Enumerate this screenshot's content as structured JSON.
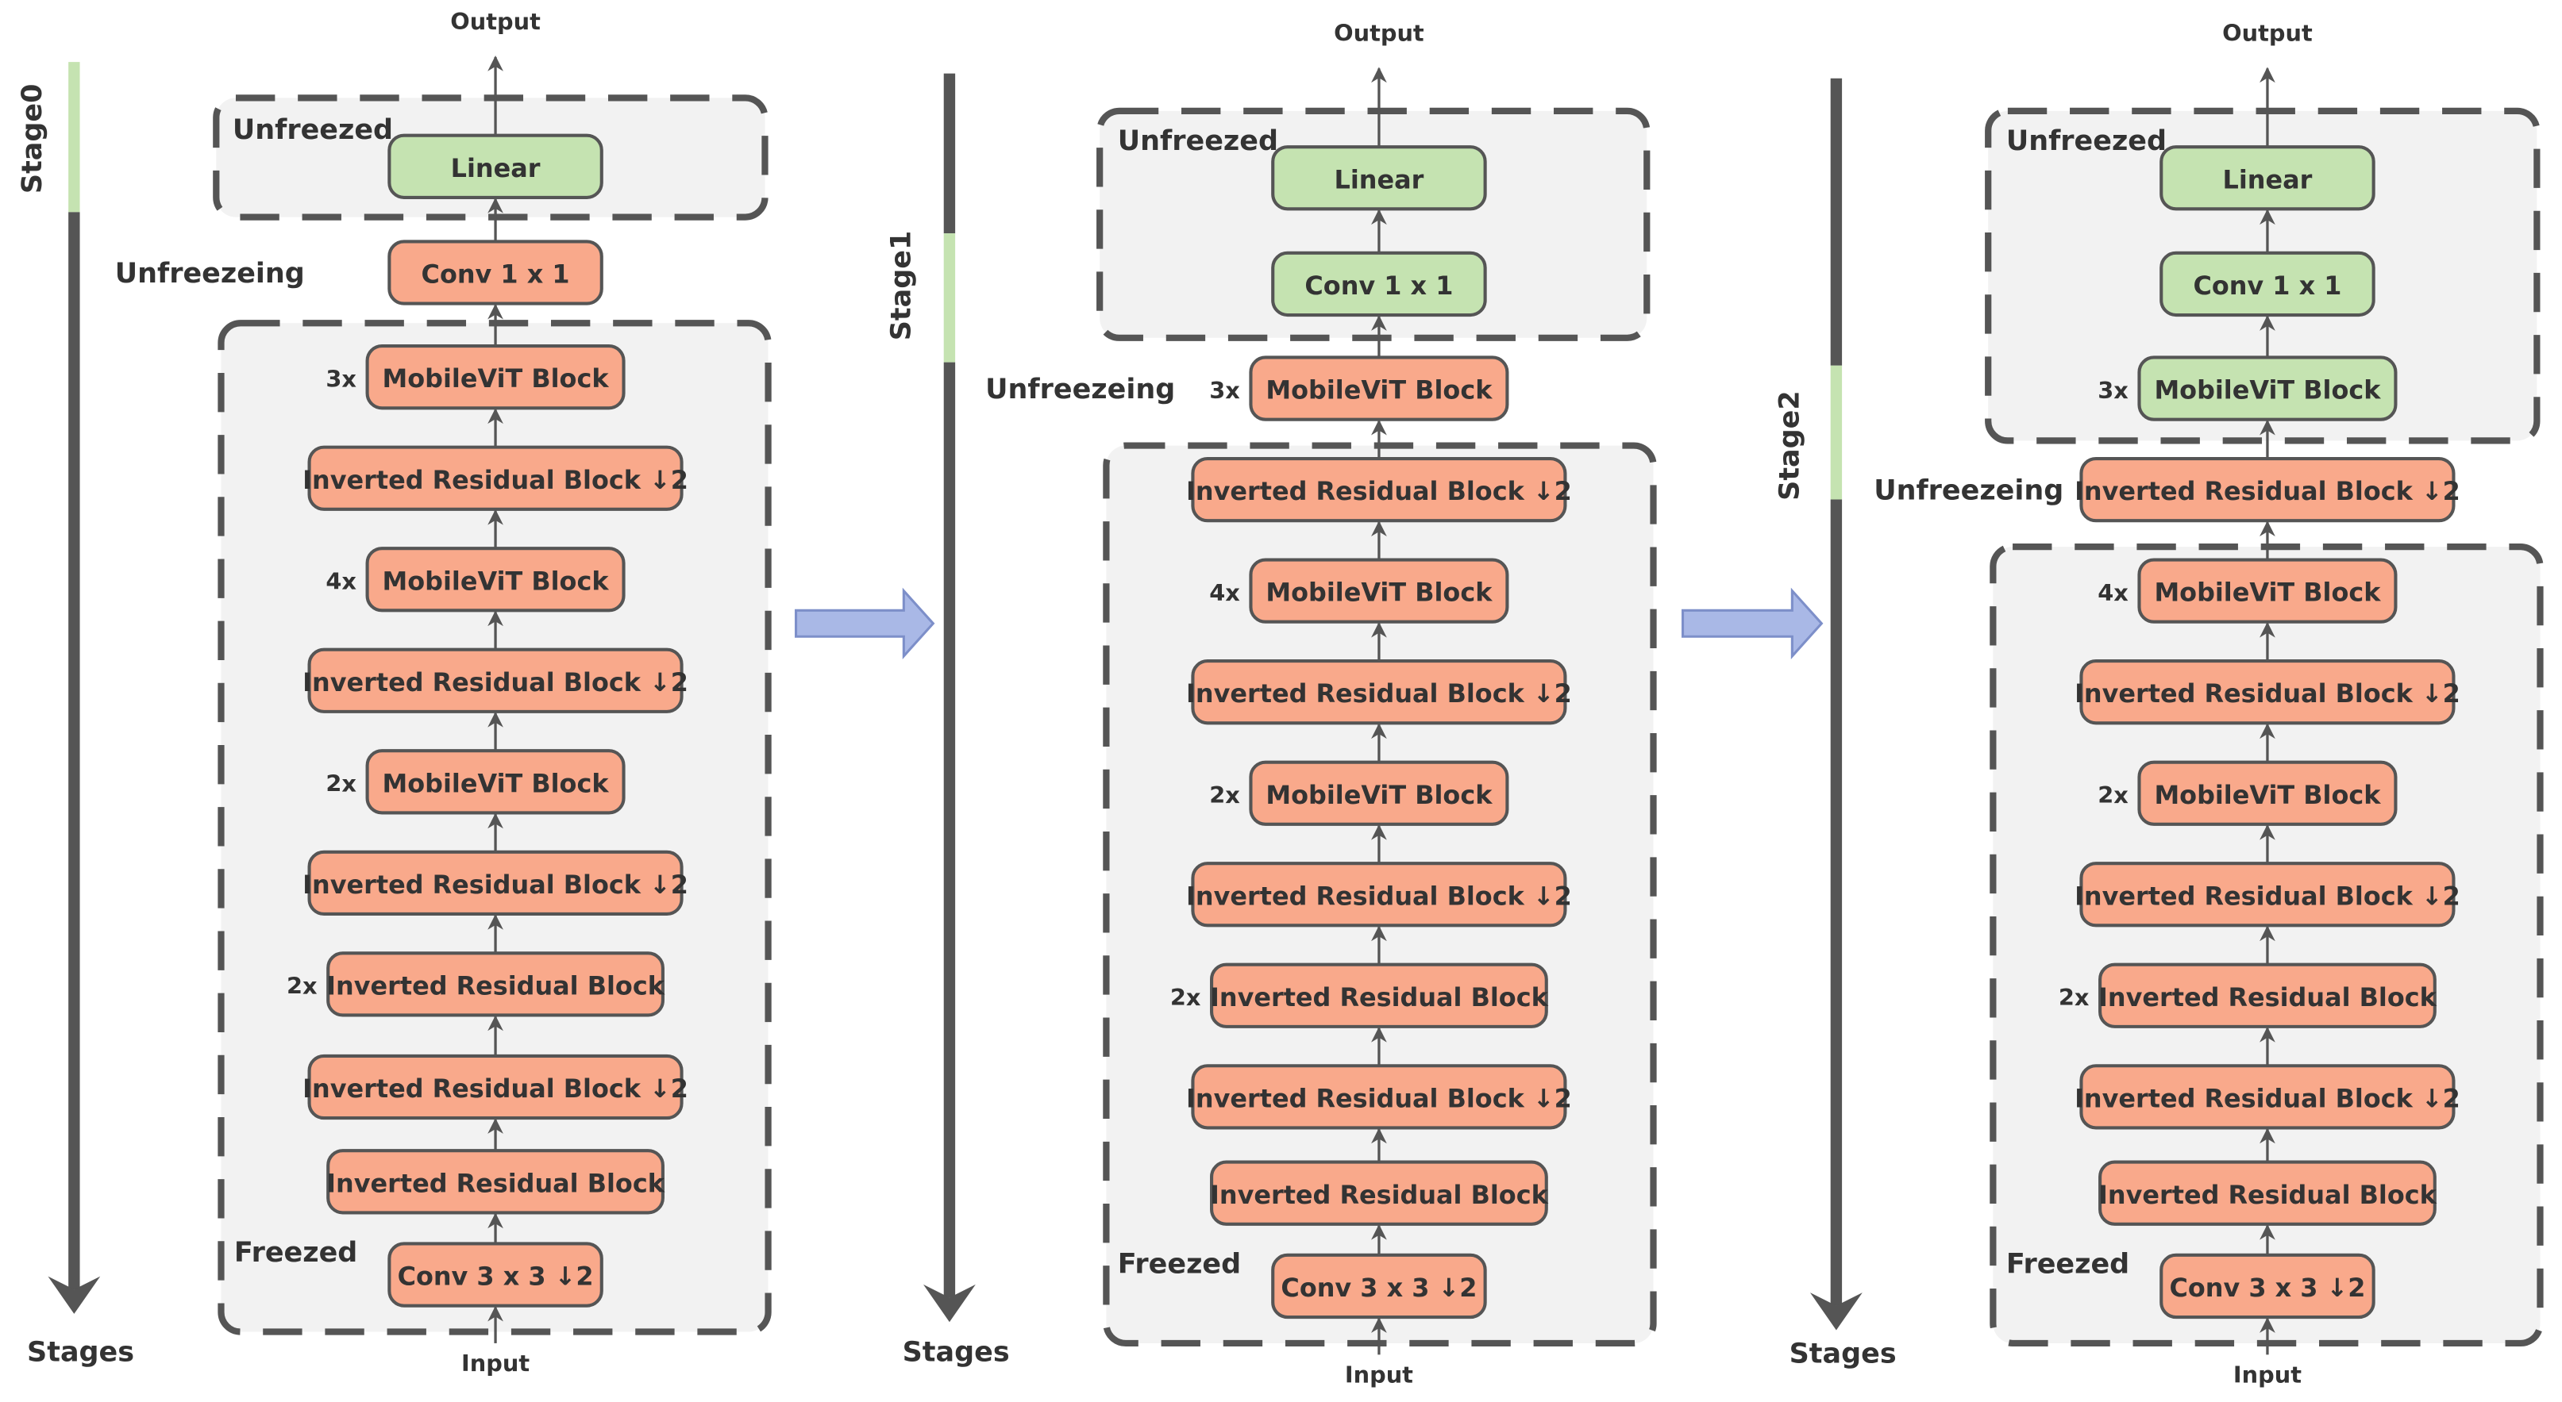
{
  "colors": {
    "unfreezed_fill": "#c5e3b1",
    "freezed_fill": "#f9a98b",
    "block_stroke": "#555555",
    "group_fill": "#f2f2f2",
    "unfreezed_text": "#5a9a2e",
    "freezed_text": "#f58a4e",
    "axis_dark": "#555555",
    "axis_green": "#c5e3b1",
    "transition_arrow": "#a9b8e6"
  },
  "labels": {
    "output": "Output",
    "input": "Input",
    "unfreezed": "Unfreezed",
    "freezed": "Freezed",
    "unfreezing": "Unfreezeing",
    "stages": "Stages"
  },
  "panels": [
    {
      "stage": "Stage0",
      "blocks": [
        {
          "label": "Linear",
          "state": "unfreezed",
          "repeat": ""
        },
        {
          "label": "Conv 1 x 1",
          "state": "unfreezing",
          "repeat": ""
        },
        {
          "label": "MobileViT Block",
          "state": "freezed",
          "repeat": "3x"
        },
        {
          "label": "Inverted Residual Block ↓2",
          "state": "freezed",
          "repeat": ""
        },
        {
          "label": "MobileViT Block",
          "state": "freezed",
          "repeat": "4x"
        },
        {
          "label": "Inverted Residual Block ↓2",
          "state": "freezed",
          "repeat": ""
        },
        {
          "label": "MobileViT Block",
          "state": "freezed",
          "repeat": "2x"
        },
        {
          "label": "Inverted Residual Block ↓2",
          "state": "freezed",
          "repeat": ""
        },
        {
          "label": "Inverted Residual Block",
          "state": "freezed",
          "repeat": "2x"
        },
        {
          "label": "Inverted Residual Block ↓2",
          "state": "freezed",
          "repeat": ""
        },
        {
          "label": "Inverted Residual Block",
          "state": "freezed",
          "repeat": ""
        },
        {
          "label": "Conv 3 x 3 ↓2",
          "state": "freezed",
          "repeat": ""
        }
      ]
    },
    {
      "stage": "Stage1",
      "blocks": [
        {
          "label": "Linear",
          "state": "unfreezed",
          "repeat": ""
        },
        {
          "label": "Conv 1 x 1",
          "state": "unfreezed",
          "repeat": ""
        },
        {
          "label": "MobileViT Block",
          "state": "unfreezing",
          "repeat": "3x"
        },
        {
          "label": "Inverted Residual Block ↓2",
          "state": "freezed",
          "repeat": ""
        },
        {
          "label": "MobileViT Block",
          "state": "freezed",
          "repeat": "4x"
        },
        {
          "label": "Inverted Residual Block ↓2",
          "state": "freezed",
          "repeat": ""
        },
        {
          "label": "MobileViT Block",
          "state": "freezed",
          "repeat": "2x"
        },
        {
          "label": "Inverted Residual Block ↓2",
          "state": "freezed",
          "repeat": ""
        },
        {
          "label": "Inverted Residual Block",
          "state": "freezed",
          "repeat": "2x"
        },
        {
          "label": "Inverted Residual Block ↓2",
          "state": "freezed",
          "repeat": ""
        },
        {
          "label": "Inverted Residual Block",
          "state": "freezed",
          "repeat": ""
        },
        {
          "label": "Conv 3 x 3 ↓2",
          "state": "freezed",
          "repeat": ""
        }
      ]
    },
    {
      "stage": "Stage2",
      "blocks": [
        {
          "label": "Linear",
          "state": "unfreezed",
          "repeat": ""
        },
        {
          "label": "Conv 1 x 1",
          "state": "unfreezed",
          "repeat": ""
        },
        {
          "label": "MobileViT Block",
          "state": "unfreezed",
          "repeat": "3x"
        },
        {
          "label": "Inverted Residual Block ↓2",
          "state": "unfreezing",
          "repeat": ""
        },
        {
          "label": "MobileViT Block",
          "state": "freezed",
          "repeat": "4x"
        },
        {
          "label": "Inverted Residual Block ↓2",
          "state": "freezed",
          "repeat": ""
        },
        {
          "label": "MobileViT Block",
          "state": "freezed",
          "repeat": "2x"
        },
        {
          "label": "Inverted Residual Block ↓2",
          "state": "freezed",
          "repeat": ""
        },
        {
          "label": "Inverted Residual Block",
          "state": "freezed",
          "repeat": "2x"
        },
        {
          "label": "Inverted Residual Block ↓2",
          "state": "freezed",
          "repeat": ""
        },
        {
          "label": "Inverted Residual Block",
          "state": "freezed",
          "repeat": ""
        },
        {
          "label": "Conv 3 x 3 ↓2",
          "state": "freezed",
          "repeat": ""
        }
      ]
    }
  ]
}
